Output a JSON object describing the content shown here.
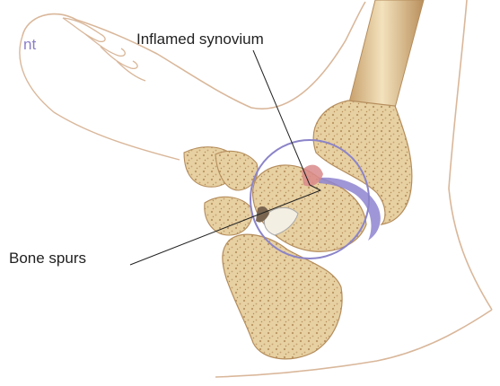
{
  "labels": {
    "title_fragment": "nt",
    "synovium": "Inflamed synovium",
    "spurs": "Bone spurs"
  },
  "colors": {
    "bone_fill": "#e8d3a6",
    "bone_dark": "#c9a978",
    "outline": "#caa98c",
    "cartilage": "#8e84d0",
    "synovium": "#d98a8a",
    "highlight_circle": "#8b84c9",
    "accent_text": "#8a7fc8"
  }
}
